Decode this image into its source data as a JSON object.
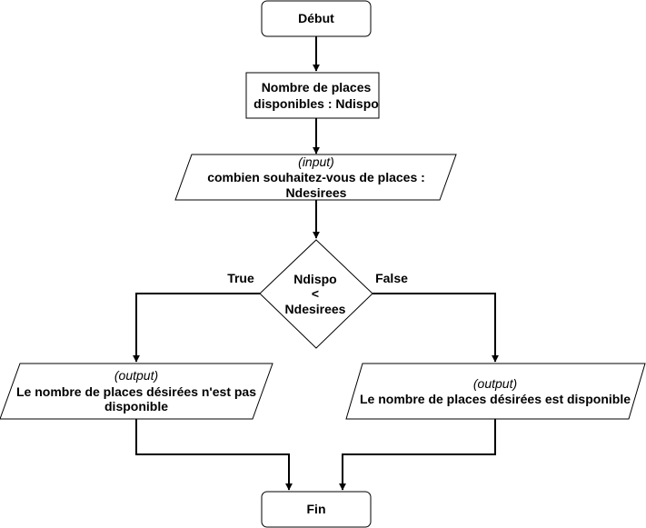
{
  "start": {
    "label": "Début"
  },
  "process": {
    "line1": "Nombre de places",
    "line2": "disponibles : Ndispo"
  },
  "input": {
    "tag": "(input)",
    "line1": "combien souhaitez-vous de places :",
    "line2": "Ndesirees"
  },
  "decision": {
    "line1": "Ndispo",
    "line2": "<",
    "line3": "Ndesirees"
  },
  "branch_true": {
    "label": "True"
  },
  "branch_false": {
    "label": "False"
  },
  "output_left": {
    "tag": "(output)",
    "line1": "Le nombre de places désirées n'est pas",
    "line2": "disponible"
  },
  "output_right": {
    "tag": "(output)",
    "line1": "Le nombre de places désirées est disponible"
  },
  "end": {
    "label": "Fin"
  },
  "colors": {
    "stroke": "#000000",
    "fill": "#ffffff",
    "text": "#000000"
  }
}
